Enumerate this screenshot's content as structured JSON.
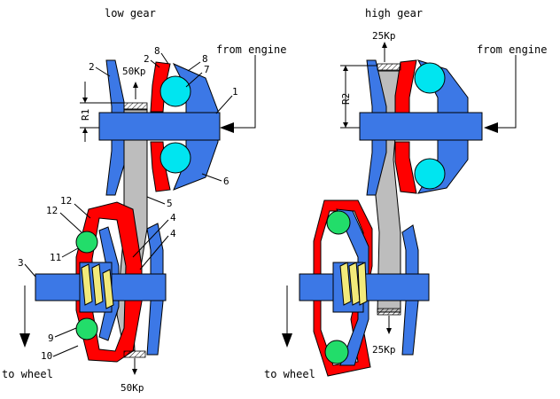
{
  "titles": {
    "low": "low gear",
    "high": "high gear"
  },
  "labels": {
    "from_engine_low": "from engine",
    "from_engine_high": "from engine",
    "to_wheel_low": "to wheel",
    "to_wheel_high": "to wheel",
    "force_50_top": "50Kp",
    "force_50_bottom": "50Kp",
    "force_25_top": "25Kp",
    "force_25_bottom": "25Kp",
    "r1": "R1",
    "r2": "R2"
  },
  "part_numbers": {
    "n1": "1",
    "n2a": "2",
    "n2b": "2",
    "n3": "3",
    "n4a": "4",
    "n4b": "4",
    "n5": "5",
    "n6": "6",
    "n7": "7",
    "n8a": "8",
    "n8b": "8",
    "n9": "9",
    "n10": "10",
    "n11": "11",
    "n12a": "12",
    "n12b": "12"
  },
  "colors": {
    "sheave_blue": "#3c78e6",
    "housing_red": "#ff0000",
    "flyweight_cyan": "#00e5f0",
    "roller_green": "#22dd6a",
    "belt_gray": "#bdbdbd",
    "spring_yellow": "#f2ea7a"
  }
}
